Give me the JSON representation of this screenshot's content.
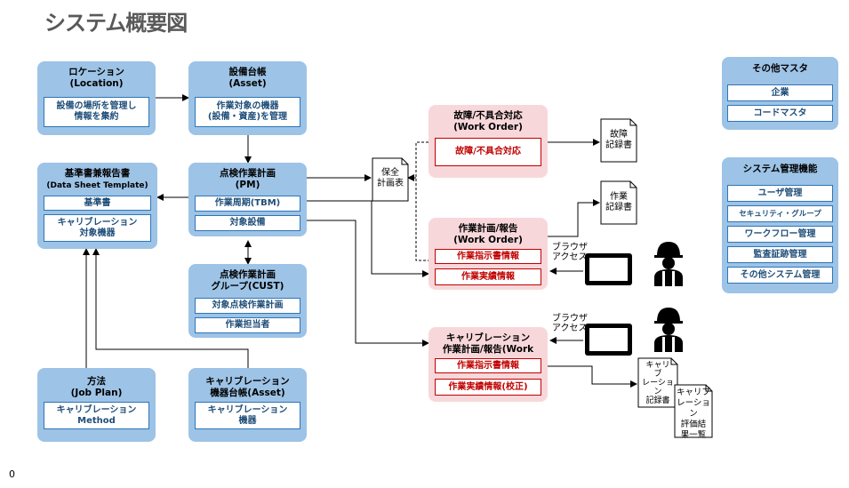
{
  "title": "システム概要図",
  "page_number": "0",
  "location": {
    "title": "ロケーション",
    "sub": "(Location)",
    "cell": "設備の場所を管理し\n情報を集約"
  },
  "asset": {
    "title": "設備台帳",
    "sub": "(Asset)",
    "cell": "作業対象の機器\n(設備・資産)を管理"
  },
  "datasheet": {
    "title": "基準書兼報告書",
    "sub": "(Data Sheet Template)",
    "cell1": "基準書",
    "cell2": "キャリブレーション\n対象機器"
  },
  "pm": {
    "title": "点検作業計画",
    "sub": "(PM)",
    "cell1": "作業周期(TBM)",
    "cell2": "対象設備"
  },
  "cust": {
    "title": "点検作業計画",
    "sub": "グループ(CUST)",
    "cell1": "対象点検作業計画",
    "cell2": "作業担当者"
  },
  "jobplan": {
    "title": "方法",
    "sub": "(Job Plan)",
    "cell": "キャリブレーション\nMethod"
  },
  "calasset": {
    "title": "キャリブレーション",
    "sub": "機器台帳(Asset)",
    "cell": "キャリブレーション\n機器"
  },
  "failure": {
    "title": "故障/不具合対応",
    "sub": "(Work Order)",
    "cell": "故障/不具合対応"
  },
  "workplan": {
    "title": "作業計画/報告",
    "sub": "(Work Order)",
    "cell1": "作業指示書情報",
    "cell2": "作業実績情報"
  },
  "calwork": {
    "title": "キャリブレーション",
    "sub": "作業計画/報告(Work",
    "cell1": "作業指示書情報",
    "cell2": "作業実績情報(校正)"
  },
  "other_master": {
    "title": "その他マスタ",
    "items": [
      "企業",
      "コードマスタ"
    ]
  },
  "sys_mgmt": {
    "title": "システム管理機能",
    "items": [
      "ユーザ管理",
      "セキュリティ・グループ",
      "ワークフロー管理",
      "監査証跡管理",
      "その他システム管理"
    ]
  },
  "docs": {
    "hozen": "保全\n計画表",
    "failure_rec": "故障\n記録書",
    "work_rec": "作業\n記録書",
    "cal_rec": "キャリ\nブ\nレーション\n記録書",
    "cal_eval": "キャリブ\nレーション\n評価結\n果一覧"
  },
  "browser_access": "ブラウザ\nアクセス",
  "colors": {
    "box_blue": "#9dc3e6",
    "box_red": "#f8d7da",
    "cell_border_blue": "#2e75b6",
    "cell_text_red": "#c00000"
  }
}
